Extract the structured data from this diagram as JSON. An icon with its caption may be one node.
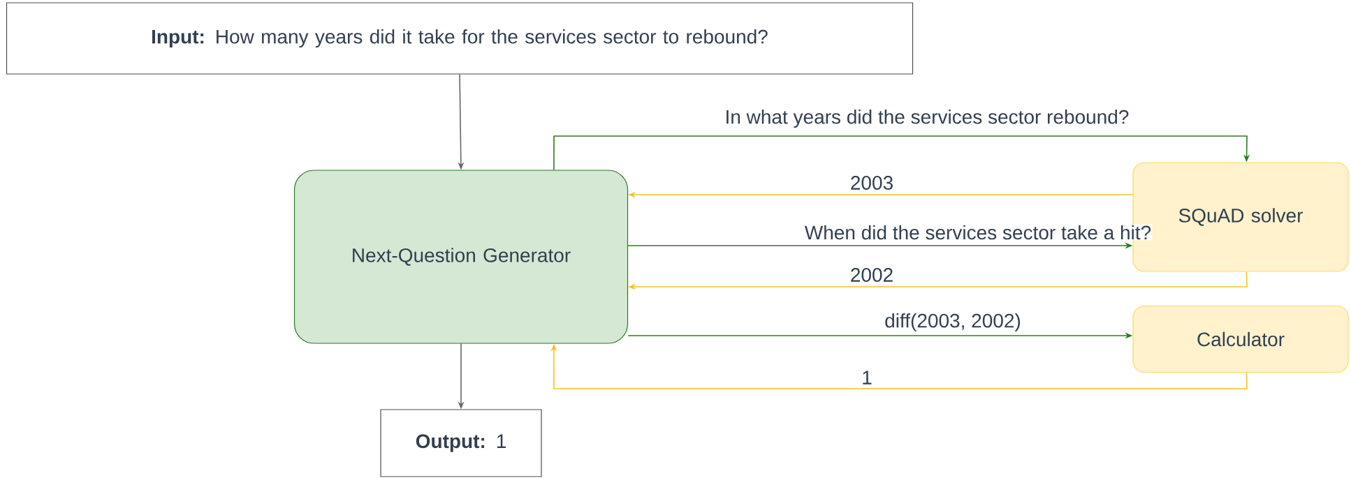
{
  "diagram": {
    "nodes": [
      {
        "text": [
          "**Input:** How many years did it take for the services sector to rebound?"
        ]
      },
      {
        "text": [
          "Next-Question Generator"
        ]
      },
      {
        "text": [
          "SQuAD solver"
        ]
      },
      {
        "text": [
          "Calculator"
        ]
      },
      {
        "text": [
          "**Output:** 1"
        ]
      }
    ],
    "edges": [
      {
        "from": 0,
        "to": 1,
        "arrow": "to",
        "color": "#666666"
      },
      {
        "from": 1,
        "to": 2,
        "arrow": "to",
        "label": "In what years did the services sector rebound?",
        "color": "#2d7a1f"
      },
      {
        "from": 2,
        "to": 1,
        "arrow": "to",
        "label": "2003",
        "color": "#f2c12e"
      },
      {
        "from": 1,
        "to": 2,
        "arrow": "to",
        "label": "When did the services sector take a hit?",
        "color": "#2d7a1f"
      },
      {
        "from": 2,
        "to": 1,
        "arrow": "to",
        "label": "2002",
        "color": "#f2c12e"
      },
      {
        "from": 1,
        "to": 3,
        "arrow": "to",
        "label": "diff(2003, 2002)",
        "color": "#2d7a1f"
      },
      {
        "from": 3,
        "to": 1,
        "arrow": "to",
        "label": "1",
        "color": "#f2c12e"
      },
      {
        "from": 1,
        "to": 4,
        "arrow": "to",
        "color": "#666666"
      }
    ]
  }
}
